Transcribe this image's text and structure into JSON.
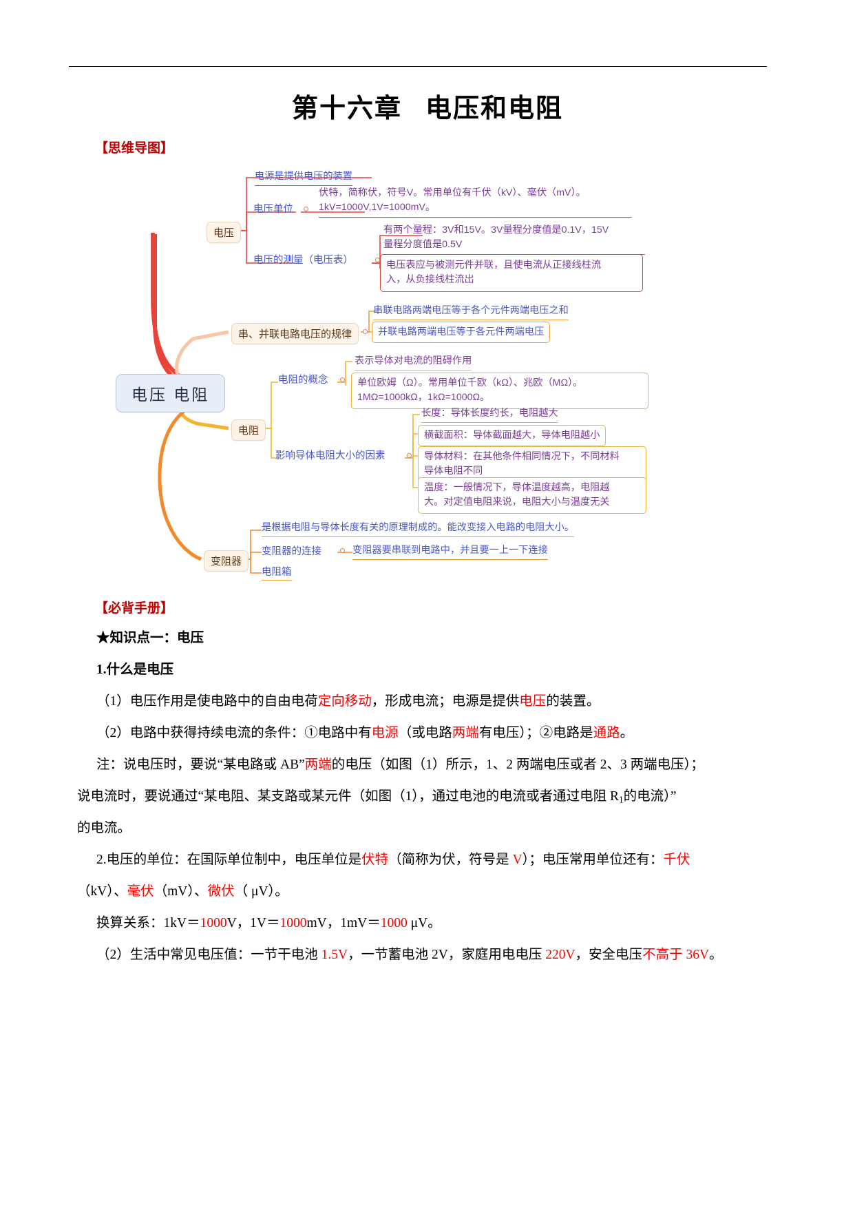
{
  "title": {
    "part1": "第十六章",
    "part2": "电压和电阻"
  },
  "sections": {
    "mindmap_heading": "【思维导图】",
    "manual_heading": "【必背手册】"
  },
  "mindmap": {
    "root": "电压  电阻",
    "branches": [
      {
        "label": "电压"
      },
      {
        "label": "串、并联电路电压的规律"
      },
      {
        "label": "电阻"
      },
      {
        "label": "变阻器"
      }
    ],
    "voltage": {
      "source": "电源是提供电压的装置",
      "unit_label": "电压单位",
      "unit_line1": "伏特，简称伏，符号V。常用单位有千伏（kV）、毫伏（mV）。",
      "unit_line2": "1kV=1000V,1V=1000mV。",
      "measure_label": "电压的测量（电压表）",
      "range_line1": "有两个量程：3V和15V。3V量程分度值是0.1V，15V",
      "range_line2": "量程分度值是0.5V",
      "connect_line1": "电压表应与被测元件并联，且使电流从正接线柱流",
      "connect_line2": "入，从负接线柱流出"
    },
    "circuit_rules": {
      "series": "串联电路两端电压等于各个元件两端电压之和",
      "parallel": "并联电路两端电压等于各元件两端电压"
    },
    "resistance": {
      "concept_label": "电阻的概念",
      "concept_desc": "表示导体对电流的阻碍作用",
      "unit_line1": "单位欧姆（Ω）。常用单位千欧（kΩ）、兆欧（MΩ）。",
      "unit_line2": "1MΩ=1000kΩ，1kΩ=1000Ω。",
      "factors_label": "影响导体电阻大小的因素",
      "factor_length": "长度：导体长度约长，电阻越大",
      "factor_area": "横截面积：导体截面越大，导体电阻越小",
      "factor_material_line1": "导体材料：在其他条件相同情况下，不同材料",
      "factor_material_line2": "导体电阻不同",
      "factor_temp_line1": "温度：一般情况下，导体温度越高，电阻越",
      "factor_temp_line2": "大。对定值电阻来说，电阻大小与温度无关"
    },
    "rheostat": {
      "principle": "是根据电阻与导体长度有关的原理制成的。能改变接入电路的电阻大小。",
      "connect_label": "变阻器的连接",
      "connect_desc": "变阻器要串联到电路中，并且要一上一下连接",
      "box": "电阻箱"
    }
  },
  "manual": {
    "kp_title": "★知识点一：电压",
    "h1": "1.什么是电压",
    "p1_a": "（1）电压作用是使电路中的自由电荷",
    "p1_red1": "定向移动",
    "p1_b": "，形成电流；电源是提供",
    "p1_red2": "电压",
    "p1_c": "的装置。",
    "p2_a": "（2）电路中获得持续电流的条件：①电路中有",
    "p2_red1": "电源",
    "p2_b": "（或电路",
    "p2_red2": "两端",
    "p2_c": "有电压）；②电路是",
    "p2_red3": "通路",
    "p2_d": "。",
    "note_a": "注：说电压时，要说“某电路或 AB”",
    "note_red": "两端",
    "note_b": "的电压（如图（1）所示，1、2 两端电压或者 2、3 两端电压）；",
    "note_line2_a": "说电流时，要说通过“某电阻、某支路或某元件（如图（1），通过电池的电流或者通过电阻 R",
    "note_line2_sub": "1",
    "note_line2_b": "的电流）”",
    "note_line3": "的电流。",
    "h2_a": "2.电压的单位：",
    "h2_b": "在国际单位制中，电压单位是",
    "h2_red1": "伏特",
    "h2_c": "（简称为伏，符号是 ",
    "h2_red2": "V",
    "h2_d": "）；电压常用单位还有：",
    "h2_red3": "千伏",
    "h2_line2_a": "（kV）、",
    "h2_line2_red1": "毫伏",
    "h2_line2_b": "（mV）、",
    "h2_line2_red2": "微伏",
    "h2_line2_c": "（ μV）。",
    "conv_a": "换算关系：1kV＝",
    "conv_red1": "1000",
    "conv_b": "V，1V＝",
    "conv_red2": "1000",
    "conv_c": "mV，1mV＝",
    "conv_red3": "1000",
    "conv_d": " μV。",
    "common_a": "（2）生活中常见电压值：一节干电池 ",
    "common_red1": "1.5V",
    "common_b": "，一节蓄电池 2V，家庭用电电压 ",
    "common_red2": "220V",
    "common_c": "，安全电压",
    "common_red3": "不高于 36V",
    "common_d": "。"
  },
  "colors": {
    "accent_red": "#e8443a",
    "accent_orange": "#f0a13c",
    "accent_yellow": "#f2b431",
    "node_blue": "#4a57c8",
    "leaf_purple": "#7a3f96",
    "heading_red": "#c00000"
  }
}
